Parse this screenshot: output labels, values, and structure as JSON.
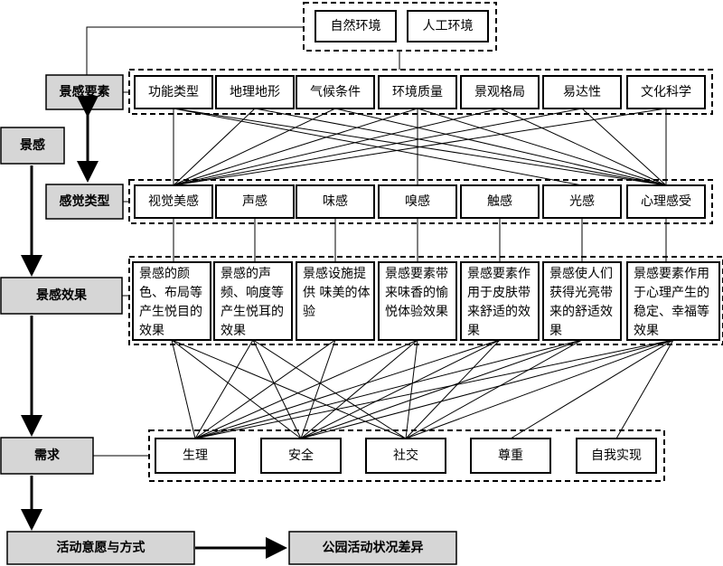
{
  "environment": [
    "自然环境",
    "人工环境"
  ],
  "elements": [
    "功能类型",
    "地理地形",
    "气候条件",
    "环境质量",
    "景观格局",
    "易达性",
    "文化科学"
  ],
  "senses": [
    "视觉美感",
    "声感",
    "味感",
    "嗅感",
    "触感",
    "光感",
    "心理感受"
  ],
  "effects": [
    "景感的颜色、布局等产生悦目的效果",
    "景感的声频、响度等产生悦耳的效果",
    "景感设施提供 味美的体验",
    "景感要素带来味香的愉悦体验效果",
    "景感要素作用于皮肤带来舒适的效果",
    "景感使人们获得光亮带来的舒适效果",
    "景感要素作用于心理产生的稳定、幸福等效果"
  ],
  "needs": [
    "生理",
    "安全",
    "社交",
    "尊重",
    "自我实现"
  ],
  "side_labels": {
    "jinggan": "景感",
    "element": "景感要素",
    "sense": "感觉类型",
    "effect": "景感效果",
    "need": "需求",
    "activity": "活动意愿与方式",
    "result": "公园活动状况差异"
  }
}
